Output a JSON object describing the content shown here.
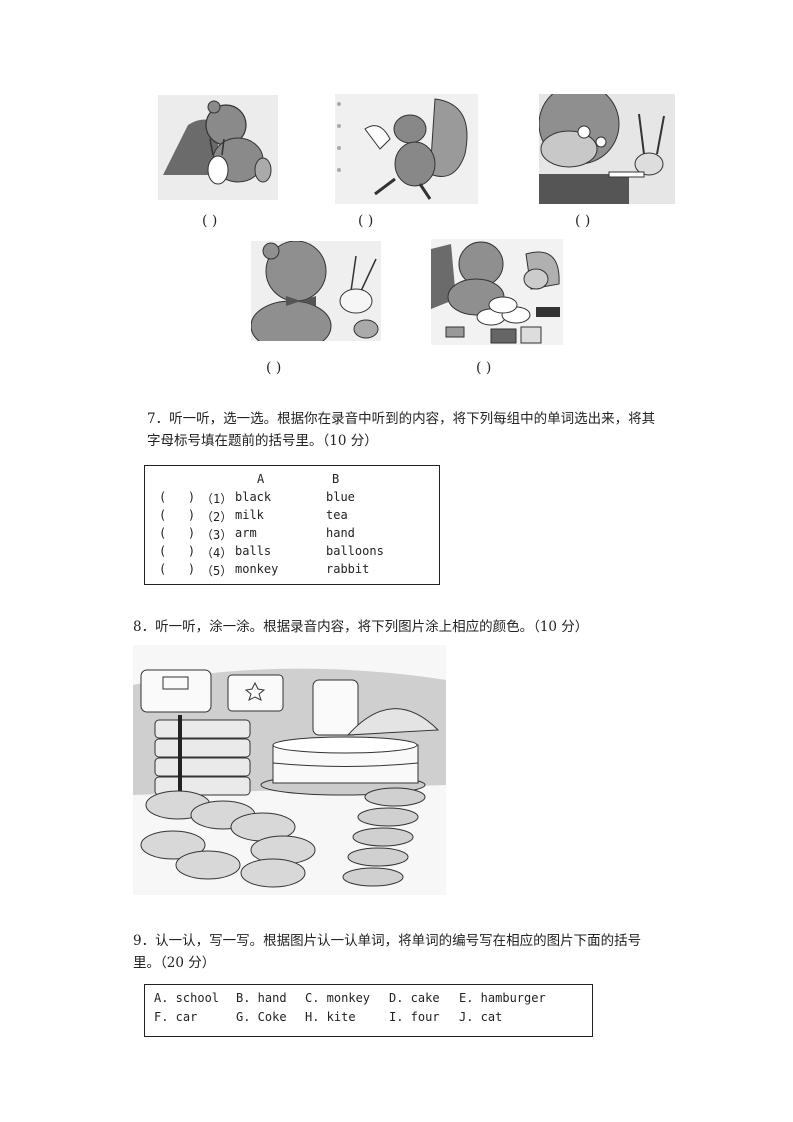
{
  "section6": {
    "pictures": [
      {
        "id": "pic1",
        "desc": "bear with cape and rabbit",
        "blank": "(        )"
      },
      {
        "id": "pic2",
        "desc": "squirrel walking",
        "blank": "(        )"
      },
      {
        "id": "pic3",
        "desc": "bear and rabbit with pen",
        "blank": "(        )"
      },
      {
        "id": "pic4",
        "desc": "bear with bow tie and rabbit",
        "blank": "(        )"
      },
      {
        "id": "pic5",
        "desc": "bear painting with squirrel",
        "blank": "(        )"
      }
    ]
  },
  "section7": {
    "title_line1": "7．听一听，选一选。根据你在录音中听到的内容，将下列每组中的单词选出来，将其",
    "title_line2": "字母标号填在题前的括号里。（10 分）",
    "header_a": "A",
    "header_b": "B",
    "rows": [
      {
        "blank": "(   )",
        "num": "（1）",
        "a": "black",
        "b": "blue"
      },
      {
        "blank": "(   )",
        "num": "（2）",
        "a": "milk",
        "b": "tea"
      },
      {
        "blank": "(   )",
        "num": "（3）",
        "a": "arm",
        "b": "hand"
      },
      {
        "blank": "(   )",
        "num": "（4）",
        "a": "balls",
        "b": "balloons"
      },
      {
        "blank": "(   )",
        "num": "（5）",
        "a": "monkey",
        "b": "rabbit"
      }
    ]
  },
  "section8": {
    "title": "8．听一听，涂一涂。根据录音内容，将下列图片涂上相应的颜色。（10 分）",
    "picture": "school bags, books, cake and hamburgers"
  },
  "section9": {
    "title_line1": "9．认一认，写一写。根据图片认一认单词，将单词的编号写在相应的图片下面的括号",
    "title_line2": "里。（20 分）",
    "words_row1": [
      "A. school",
      "B. hand",
      "C. monkey",
      "D. cake",
      "E. hamburger"
    ],
    "words_row2": [
      "F. car",
      "G. Coke",
      "H. kite",
      "I. four",
      "J. cat"
    ]
  }
}
